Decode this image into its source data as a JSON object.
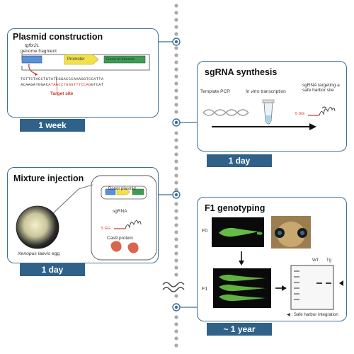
{
  "timeline": {
    "dot_color": "#aaaaaa",
    "node_color": "#3d6f98"
  },
  "panel1": {
    "title": "Plasmid construction",
    "locus_label": "tgfbr2L",
    "fragment_label": "genome fragment",
    "promoter_label": "Promoter",
    "gene_label": "Gene of interest",
    "seq_top": "TGTTCTACCTGTATCGGACCCAAAGGTCCATTA",
    "seq_bottom_a": "ACAAGATGGAC",
    "seq_bottom_red": "ATAGCCTGGGTTTCCAG",
    "seq_bottom_b": "GTCAT",
    "target_label": "Target site",
    "duration": "1 week"
  },
  "panel2": {
    "title": "sgRNA synthesis",
    "step1": "Template PCR",
    "step2_a": "In vitro",
    "step2_b": " transcription",
    "step3": "sgRNA targeting a safe harbor site",
    "label_5gg": "5 GG",
    "duration": "1 day"
  },
  "panel3": {
    "title": "Mixture injection",
    "donor_label": "Donor plasmid",
    "sgrna_label": "sgRNA",
    "label_5gg": "5 GG",
    "cas9_label": "Cas9 protein",
    "egg_label_a": "Xenopus laevis",
    "egg_label_b": " egg",
    "duration": "1 day"
  },
  "panel4": {
    "title": "F1 genotyping",
    "f0_label": "F0",
    "f1_label": "F1",
    "wt_label": "WT",
    "tg_label": "Tg",
    "legend": "◀ : Safe harbor integration",
    "duration": "~ 1 year"
  },
  "colors": {
    "accent": "#3d6f98",
    "duration_bar": "#2f6189",
    "promoter": "#f1e04a",
    "fragment": "#5b8fd6",
    "gene": "#3e9a54",
    "target": "#c0392b"
  }
}
